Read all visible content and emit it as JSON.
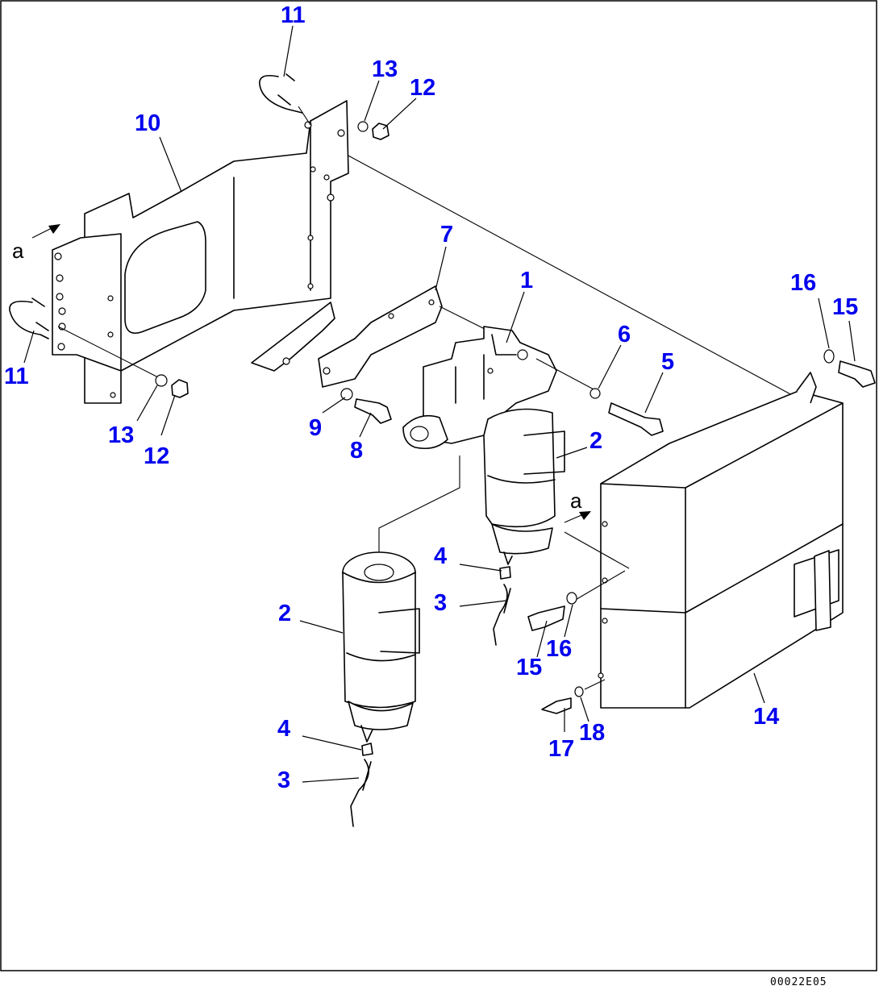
{
  "callouts": [
    {
      "id": "c11a",
      "text": "11"
    },
    {
      "id": "c13a",
      "text": "13"
    },
    {
      "id": "c12a",
      "text": "12"
    },
    {
      "id": "c10",
      "text": "10"
    },
    {
      "id": "c7",
      "text": "7"
    },
    {
      "id": "c1",
      "text": "1"
    },
    {
      "id": "c16a",
      "text": "16"
    },
    {
      "id": "c15a",
      "text": "15"
    },
    {
      "id": "c6",
      "text": "6"
    },
    {
      "id": "c5",
      "text": "5"
    },
    {
      "id": "c2a",
      "text": "2"
    },
    {
      "id": "c11b",
      "text": "11"
    },
    {
      "id": "c13b",
      "text": "13"
    },
    {
      "id": "c12b",
      "text": "12"
    },
    {
      "id": "c9",
      "text": "9"
    },
    {
      "id": "c8",
      "text": "8"
    },
    {
      "id": "c4a",
      "text": "4"
    },
    {
      "id": "c3a",
      "text": "3"
    },
    {
      "id": "c2b",
      "text": "2"
    },
    {
      "id": "c15b",
      "text": "15"
    },
    {
      "id": "c16b",
      "text": "16"
    },
    {
      "id": "c14",
      "text": "14"
    },
    {
      "id": "c17",
      "text": "17"
    },
    {
      "id": "c18",
      "text": "18"
    },
    {
      "id": "c4b",
      "text": "4"
    },
    {
      "id": "c3b",
      "text": "3"
    }
  ],
  "view_marks": {
    "left": "a",
    "right": "a"
  },
  "drawing_code": "00022E05"
}
